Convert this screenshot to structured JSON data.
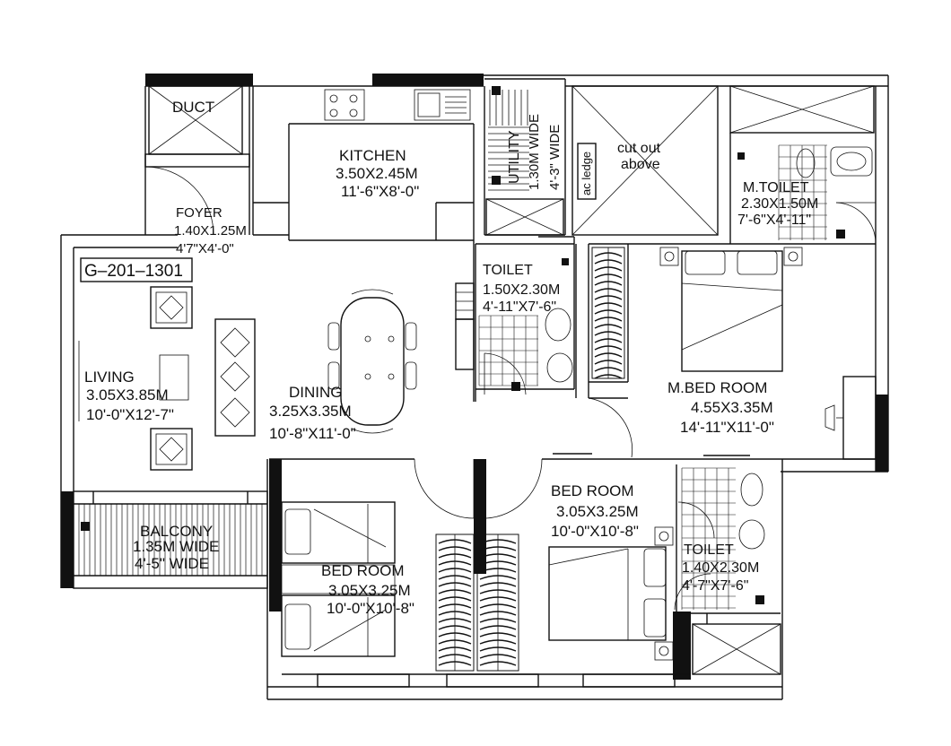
{
  "plan_code": "G–201–1301",
  "rooms": [
    {
      "key": "duct",
      "name": "DUCT",
      "dims": "",
      "imperial": ""
    },
    {
      "key": "kitchen",
      "name": "KITCHEN",
      "dims": "3.50X2.45M",
      "imperial": "11'-6\"X8'-0\""
    },
    {
      "key": "utility",
      "name": "UTILITY",
      "dims": "1.30M WIDE",
      "imperial": "4'-3\" WIDE"
    },
    {
      "key": "foyer",
      "name": "FOYER",
      "dims": "1.40X1.25M",
      "imperial": "4'7\"X4'-0\""
    },
    {
      "key": "toilet1",
      "name": "TOILET",
      "dims": "1.50X2.30M",
      "imperial": "4'-11\"X7'-6\""
    },
    {
      "key": "mtoilet",
      "name": "M.TOILET",
      "dims": "2.30X1.50M",
      "imperial": "7'-6\"X4'-11\""
    },
    {
      "key": "living",
      "name": "LIVING",
      "dims": "3.05X3.85M",
      "imperial": "10'-0\"X12'-7\""
    },
    {
      "key": "dining",
      "name": "DINING",
      "dims": "3.25X3.35M",
      "imperial": "10'-8\"X11'-0\""
    },
    {
      "key": "mbed",
      "name": "M.BED ROOM",
      "dims": "4.55X3.35M",
      "imperial": "14'-11\"X11'-0\""
    },
    {
      "key": "bed2",
      "name": "BED ROOM",
      "dims": "3.05X3.25M",
      "imperial": "10'-0\"X10'-8\""
    },
    {
      "key": "toilet2",
      "name": "TOILET",
      "dims": "1.40X2.30M",
      "imperial": "4'-7\"X7'-6\""
    },
    {
      "key": "balcony",
      "name": "BALCONY",
      "dims": "1.35M WIDE",
      "imperial": "4'-5\" WIDE"
    },
    {
      "key": "bed3",
      "name": "BED ROOM",
      "dims": "3.05X3.25M",
      "imperial": "10'-0\"X10'-8\""
    }
  ],
  "notes": {
    "cutout_line1": "cut out",
    "cutout_line2": "above",
    "ac_ledge": "ac ledge"
  }
}
